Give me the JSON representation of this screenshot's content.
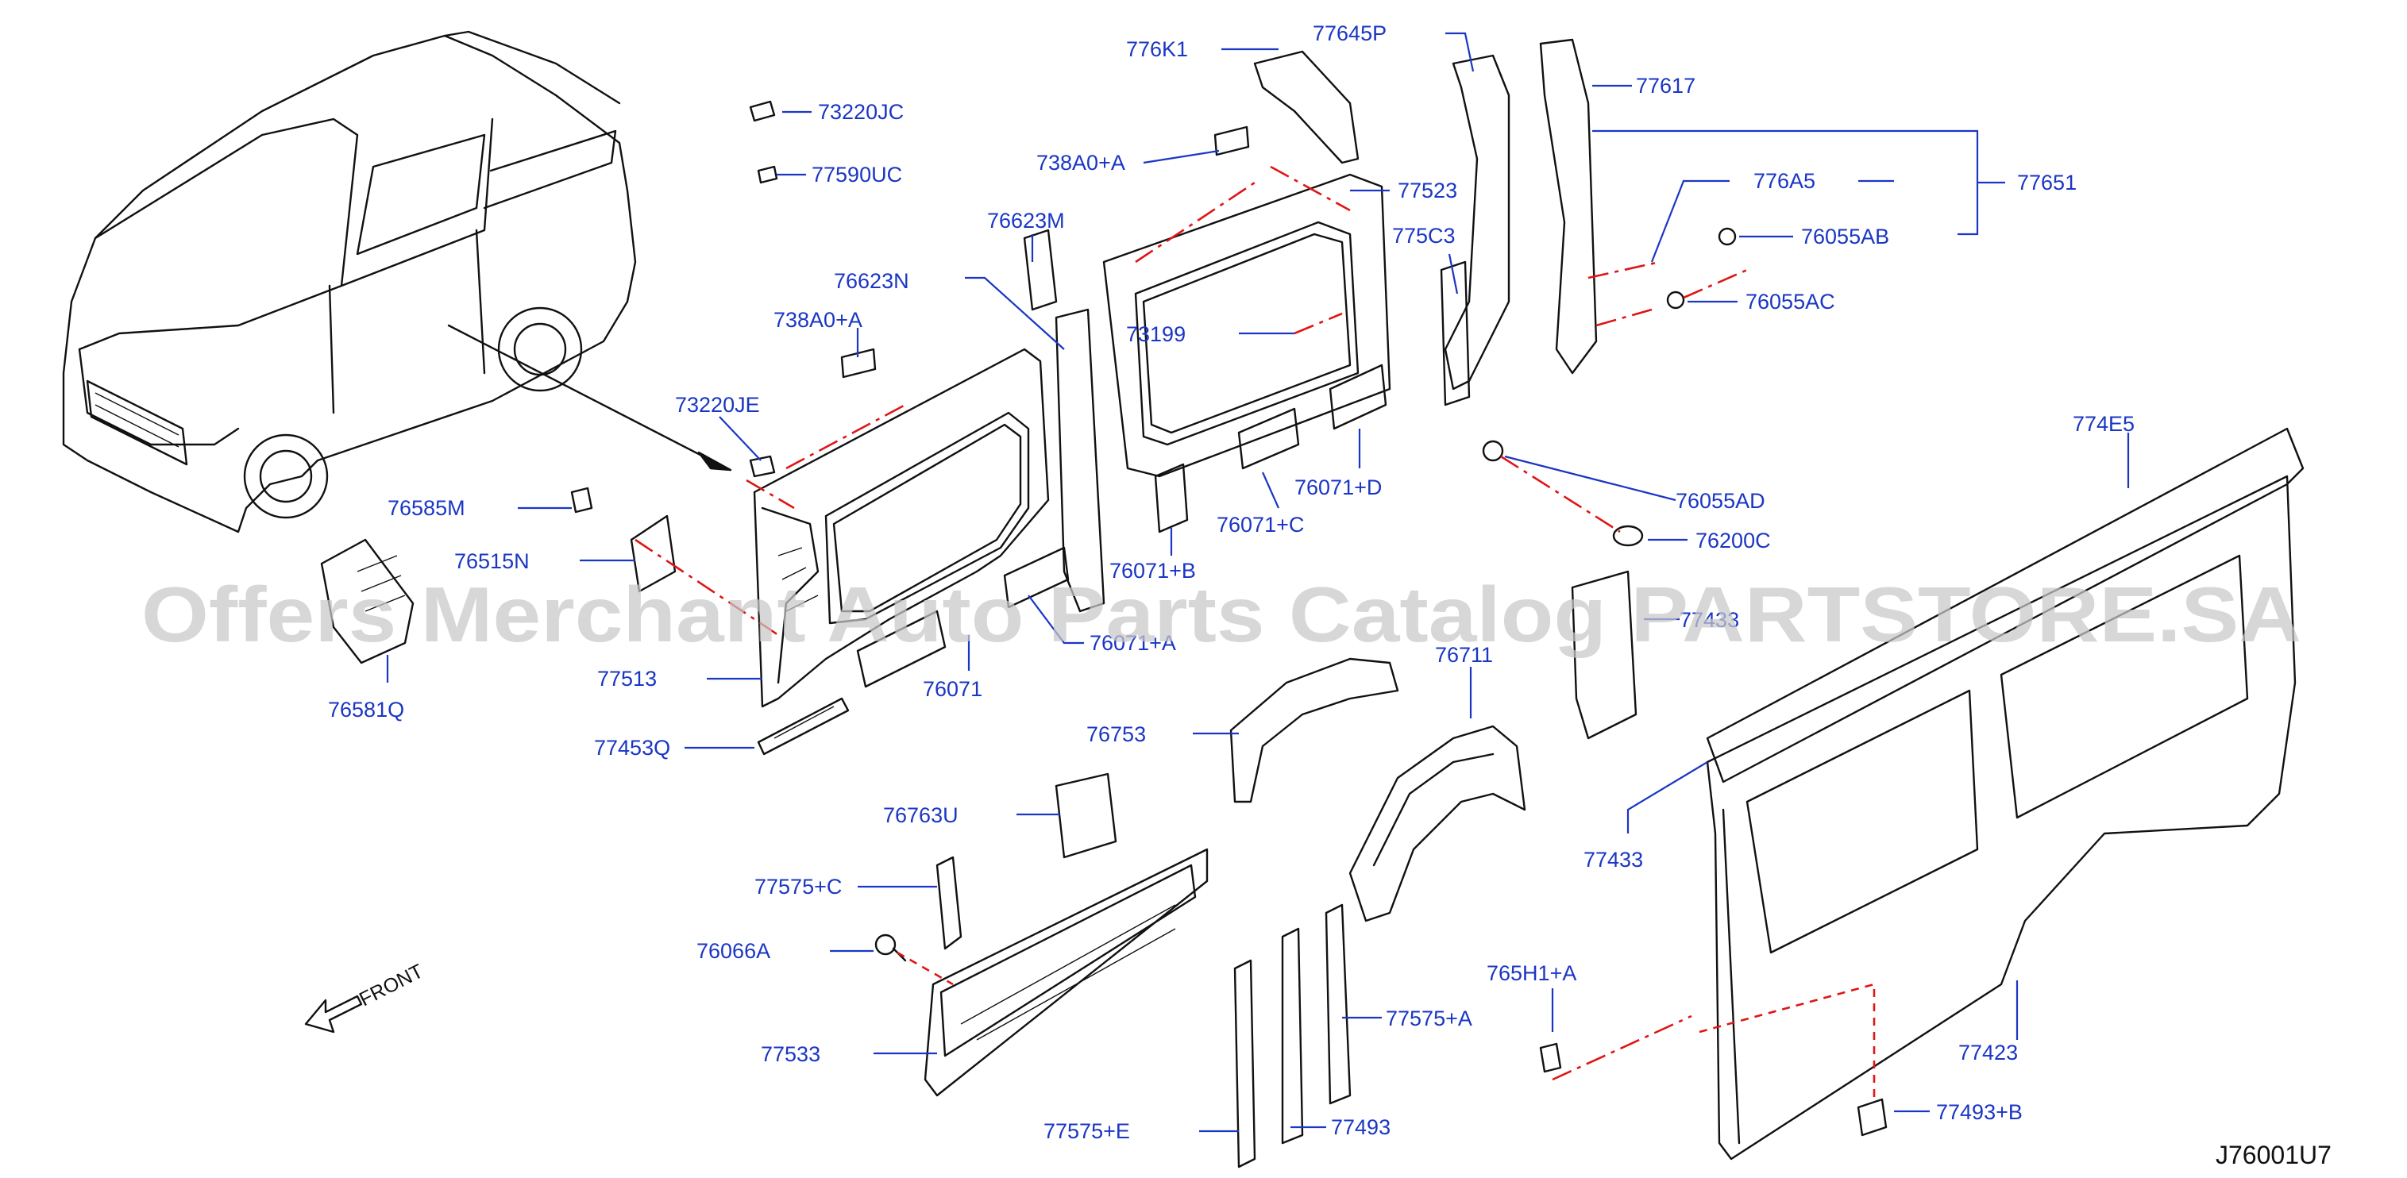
{
  "diagram": {
    "code": "J76001U7",
    "front_label": "FRONT",
    "watermark": "Offers Merchant Auto Parts Catalog PARTSTORE.SA",
    "parts": [
      "776K1",
      "77645P",
      "77617",
      "73220JC",
      "738A0+A",
      "77523",
      "77651",
      "77590UC",
      "776A5",
      "76055AB",
      "76623M",
      "775C3",
      "76623N",
      "76055AC",
      "738A0+A",
      "73199",
      "73220JE",
      "76071+D",
      "774E5",
      "76585M",
      "76055AD",
      "76071+B",
      "76071+C",
      "76515N",
      "76200C",
      "77433",
      "77513",
      "76071",
      "76071+A",
      "76711",
      "76581Q",
      "77453Q",
      "76753",
      "77433",
      "76763U",
      "77575+C",
      "76066A",
      "765H1+A",
      "77575+A",
      "77533",
      "77423",
      "77493+B",
      "77575+E",
      "77493"
    ]
  }
}
